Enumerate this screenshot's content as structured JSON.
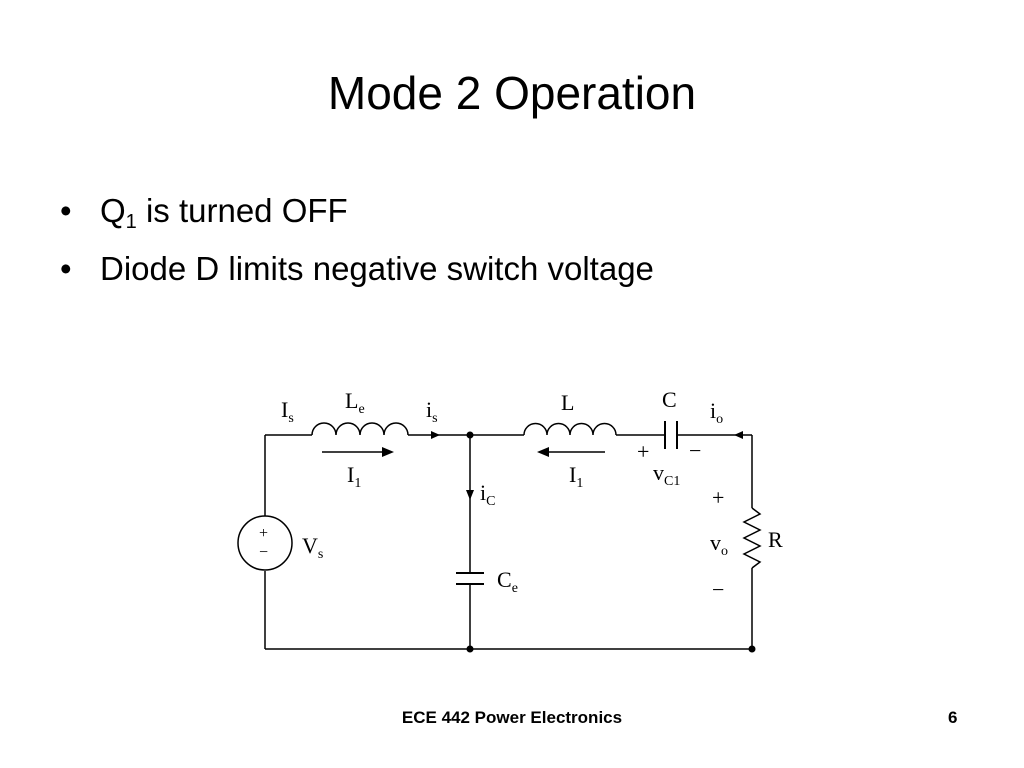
{
  "slide": {
    "title": "Mode 2 Operation",
    "bullets": [
      {
        "marker": "•",
        "text_main": "Q",
        "text_sub": "1",
        "text_rest": " is turned OFF"
      },
      {
        "marker": "•",
        "text": "Diode D limits negative switch voltage"
      }
    ]
  },
  "circuit": {
    "labels": {
      "source_current": "I",
      "source_current_sub": "s",
      "inductor_le": "L",
      "inductor_le_sub": "e",
      "current_is": "i",
      "current_is_sub": "s",
      "inductor_l": "L",
      "capacitor_c": "C",
      "current_io": "i",
      "current_io_sub": "o",
      "current_i1_left": "I",
      "current_i1_left_sub": "1",
      "current_i1_right": "I",
      "current_i1_right_sub": "1",
      "vc1_plus": "+",
      "vc1_minus": "−",
      "vc1": "v",
      "vc1_sub": "C1",
      "current_ice": "i",
      "current_ice_sub": "C",
      "source_plus": "+",
      "source_minus": "−",
      "source_voltage": "V",
      "source_voltage_sub": "s",
      "capacitor_ce": "C",
      "capacitor_ce_sub": "e",
      "vo_plus": "+",
      "vo": "v",
      "vo_sub": "o",
      "vo_minus": "−",
      "resistor": "R"
    }
  },
  "footer": {
    "course": "ECE 442 Power Electronics",
    "page_number": "6"
  }
}
